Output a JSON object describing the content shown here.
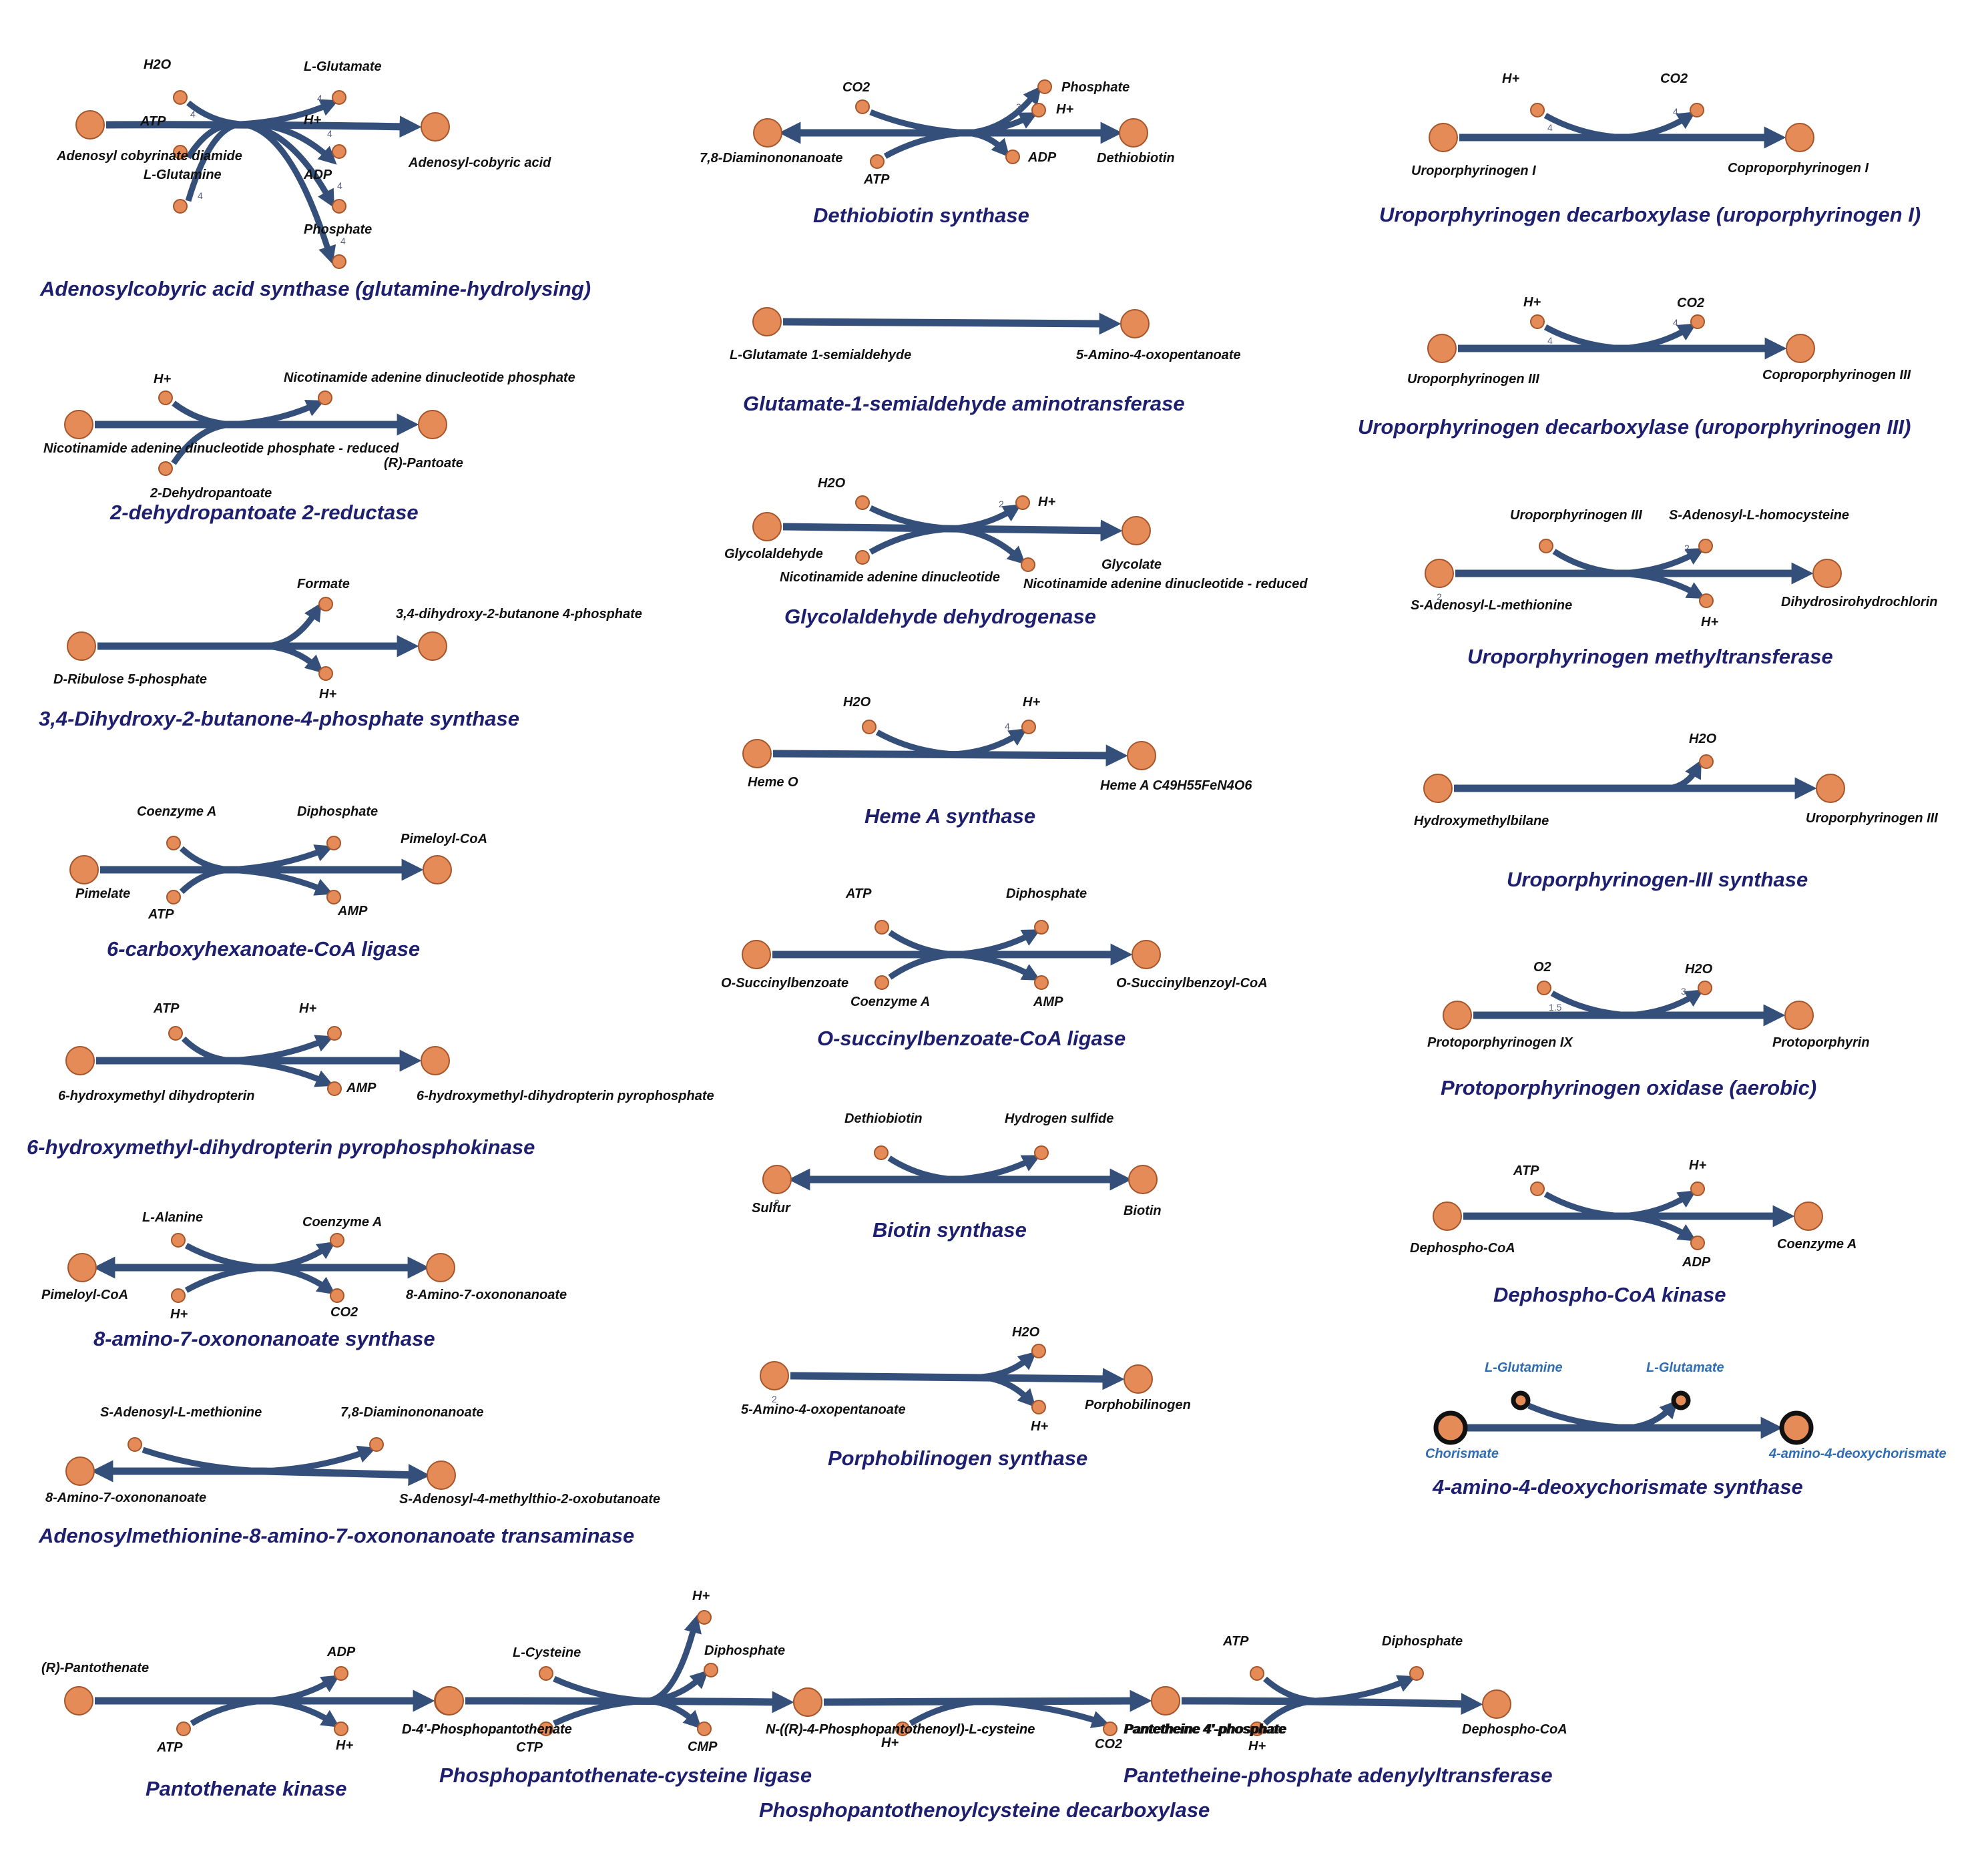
{
  "reactions": [
    {
      "title": "Adenosylcobyric acid synthase (glutamine-hydrolysing)",
      "left": "Adenosyl cobyrinate diamide",
      "right": "Adenosyl-cobyric acid",
      "side": [
        {
          "label": "H2O",
          "pos": "in-top",
          "stoich": "4"
        },
        {
          "label": "ATP",
          "pos": "in-top",
          "stoich": "4"
        },
        {
          "label": "L-Glutamine",
          "pos": "in-bottom",
          "stoich": "4"
        },
        {
          "label": "L-Glutamate",
          "pos": "out-top",
          "stoich": "4"
        },
        {
          "label": "H+",
          "pos": "out-top",
          "stoich": "4"
        },
        {
          "label": "ADP",
          "pos": "out-bottom",
          "stoich": "4"
        },
        {
          "label": "Phosphate",
          "pos": "out-bottom",
          "stoich": "4"
        }
      ]
    },
    {
      "title": "2-dehydropantoate 2-reductase",
      "left": "2-Dehydropantoate",
      "right": "(R)-Pantoate",
      "side": [
        {
          "label": "H+",
          "pos": "in-top"
        },
        {
          "label": "Nicotinamide adenine dinucleotide phosphate - reduced",
          "pos": "in-bottom"
        },
        {
          "label": "Nicotinamide adenine dinucleotide phosphate",
          "pos": "out-top"
        }
      ]
    },
    {
      "title": "3,4-Dihydroxy-2-butanone-4-phosphate synthase",
      "left": "D-Ribulose 5-phosphate",
      "right": "3,4-dihydroxy-2-butanone 4-phosphate",
      "side": [
        {
          "label": "Formate",
          "pos": "out-top"
        },
        {
          "label": "H+",
          "pos": "out-bottom"
        }
      ]
    },
    {
      "title": "6-carboxyhexanoate-CoA ligase",
      "left": "Pimelate",
      "right": "Pimeloyl-CoA",
      "side": [
        {
          "label": "Coenzyme A",
          "pos": "in-top"
        },
        {
          "label": "ATP",
          "pos": "in-bottom"
        },
        {
          "label": "Diphosphate",
          "pos": "out-top"
        },
        {
          "label": "AMP",
          "pos": "out-bottom"
        }
      ]
    },
    {
      "title": "6-hydroxymethyl-dihydropterin pyrophosphokinase",
      "left": "6-hydroxymethyl dihydropterin",
      "right": "6-hydroxymethyl-dihydropterin pyrophosphate",
      "side": [
        {
          "label": "ATP",
          "pos": "in-top"
        },
        {
          "label": "H+",
          "pos": "out-top"
        },
        {
          "label": "AMP",
          "pos": "out-bottom"
        }
      ]
    },
    {
      "title": "8-amino-7-oxononanoate synthase",
      "left": "Pimeloyl-CoA",
      "right": "8-Amino-7-oxononanoate",
      "side": [
        {
          "label": "L-Alanine",
          "pos": "top-left"
        },
        {
          "label": "H+",
          "pos": "bottom-left"
        },
        {
          "label": "Coenzyme A",
          "pos": "top-right"
        },
        {
          "label": "CO2",
          "pos": "bottom-right"
        }
      ]
    },
    {
      "title": "Adenosylmethionine-8-amino-7-oxononanoate transaminase",
      "left": "8-Amino-7-oxononanoate",
      "right": "S-Adenosyl-4-methylthio-2-oxobutanoate",
      "side": [
        {
          "label": "S-Adenosyl-L-methionine",
          "pos": "top-left"
        },
        {
          "label": "7,8-Diaminononanoate",
          "pos": "top-right"
        }
      ]
    },
    {
      "title": "Dethiobiotin synthase",
      "left": "7,8-Diaminononanoate",
      "right": "Dethiobiotin",
      "side": [
        {
          "label": "CO2",
          "pos": "top-left"
        },
        {
          "label": "ATP",
          "pos": "bottom-left"
        },
        {
          "label": "Phosphate",
          "pos": "top-right"
        },
        {
          "label": "H+",
          "pos": "top-right",
          "stoich": "3"
        },
        {
          "label": "ADP",
          "pos": "bottom-right"
        }
      ]
    },
    {
      "title": "Glutamate-1-semialdehyde aminotransferase",
      "left": "L-Glutamate 1-semialdehyde",
      "right": "5-Amino-4-oxopentanoate",
      "side": []
    },
    {
      "title": "Glycolaldehyde dehydrogenase",
      "left": "Glycolaldehyde",
      "right": "Glycolate",
      "side": [
        {
          "label": "H2O",
          "pos": "in-top"
        },
        {
          "label": "Nicotinamide adenine dinucleotide",
          "pos": "in-bottom"
        },
        {
          "label": "H+",
          "pos": "out-top",
          "stoich": "2"
        },
        {
          "label": "Nicotinamide adenine dinucleotide - reduced",
          "pos": "out-bottom"
        }
      ]
    },
    {
      "title": "Heme A synthase",
      "left": "Heme O",
      "right": "Heme A C49H55FeN4O6",
      "side": [
        {
          "label": "H2O",
          "pos": "in-top"
        },
        {
          "label": "H+",
          "pos": "out-top",
          "stoich": "4"
        }
      ]
    },
    {
      "title": "O-succinylbenzoate-CoA ligase",
      "left": "O-Succinylbenzoate",
      "right": "O-Succinylbenzoyl-CoA",
      "side": [
        {
          "label": "ATP",
          "pos": "in-top"
        },
        {
          "label": "Coenzyme A",
          "pos": "in-bottom"
        },
        {
          "label": "Diphosphate",
          "pos": "out-top"
        },
        {
          "label": "AMP",
          "pos": "out-bottom"
        }
      ]
    },
    {
      "title": "Biotin synthase",
      "left": "Sulfur",
      "right": "Biotin",
      "left_stoich": "2",
      "side": [
        {
          "label": "Dethiobiotin",
          "pos": "top-left"
        },
        {
          "label": "Hydrogen sulfide",
          "pos": "top-right"
        }
      ]
    },
    {
      "title": "Porphobilinogen synthase",
      "left": "5-Amino-4-oxopentanoate",
      "right": "Porphobilinogen",
      "left_stoich": "2",
      "side": [
        {
          "label": "H2O",
          "pos": "out-top"
        },
        {
          "label": "H+",
          "pos": "out-bottom"
        }
      ]
    },
    {
      "title": "Uroporphyrinogen decarboxylase (uroporphyrinogen I)",
      "left": "Uroporphyrinogen I",
      "right": "Coproporphyrinogen I",
      "side": [
        {
          "label": "H+",
          "pos": "in-top",
          "stoich": "4"
        },
        {
          "label": "CO2",
          "pos": "out-top",
          "stoich": "4"
        }
      ]
    },
    {
      "title": "Uroporphyrinogen decarboxylase (uroporphyrinogen III)",
      "left": "Uroporphyrinogen III",
      "right": "Coproporphyrinogen III",
      "side": [
        {
          "label": "H+",
          "pos": "in-top",
          "stoich": "4"
        },
        {
          "label": "CO2",
          "pos": "out-top",
          "stoich": "4"
        }
      ]
    },
    {
      "title": "Uroporphyrinogen methyltransferase",
      "left": "S-Adenosyl-L-methionine",
      "right": "Dihydrosirohydrochlorin",
      "left_stoich": "2",
      "side": [
        {
          "label": "Uroporphyrinogen III",
          "pos": "in-top"
        },
        {
          "label": "S-Adenosyl-L-homocysteine",
          "pos": "out-top",
          "stoich": "2"
        },
        {
          "label": "H+",
          "pos": "out-bottom"
        }
      ]
    },
    {
      "title": "Uroporphyrinogen-III synthase",
      "left": "Hydroxymethylbilane",
      "right": "Uroporphyrinogen III",
      "side": [
        {
          "label": "H2O",
          "pos": "out-top"
        }
      ]
    },
    {
      "title": "Protoporphyrinogen oxidase (aerobic)",
      "left": "Protoporphyrinogen IX",
      "right": "Protoporphyrin",
      "side": [
        {
          "label": "O2",
          "pos": "in-top",
          "stoich": "1.5"
        },
        {
          "label": "H2O",
          "pos": "out-top",
          "stoich": "3"
        }
      ]
    },
    {
      "title": "Dephospho-CoA kinase",
      "left": "Dephospho-CoA",
      "right": "Coenzyme A",
      "side": [
        {
          "label": "ATP",
          "pos": "in-top"
        },
        {
          "label": "H+",
          "pos": "out-top"
        },
        {
          "label": "ADP",
          "pos": "out-bottom"
        }
      ]
    },
    {
      "title": "4-amino-4-deoxychorismate synthase",
      "left": "Chorismate",
      "right": "4-amino-4-deoxychorismate",
      "highlighted": true,
      "side": [
        {
          "label": "L-Glutamine",
          "pos": "in-top"
        },
        {
          "label": "L-Glutamate",
          "pos": "out-top"
        }
      ]
    },
    {
      "title": "Pantothenate kinase",
      "left": "(R)-Pantothenate",
      "right": "D-4'-Phosphopantothenate",
      "side": [
        {
          "label": "ATP",
          "pos": "in-bottom"
        },
        {
          "label": "ADP",
          "pos": "out-top"
        },
        {
          "label": "H+",
          "pos": "out-bottom"
        }
      ]
    },
    {
      "title": "Phosphopantothenate-cysteine ligase",
      "left": "D-4'-Phosphopantothenate",
      "right": "N-((R)-4-Phosphopantothenoyl)-L-cysteine",
      "side": [
        {
          "label": "L-Cysteine",
          "pos": "in-top"
        },
        {
          "label": "CTP",
          "pos": "in-bottom"
        },
        {
          "label": "H+",
          "pos": "out-top"
        },
        {
          "label": "Diphosphate",
          "pos": "out-top"
        },
        {
          "label": "CMP",
          "pos": "out-bottom"
        }
      ]
    },
    {
      "title": "Phosphopantothenoylcysteine decarboxylase",
      "left": "N-((R)-4-Phosphopantothenoyl)-L-cysteine",
      "right": "Pantetheine 4'-phosphate",
      "side": [
        {
          "label": "H+",
          "pos": "in-bottom"
        },
        {
          "label": "CO2",
          "pos": "out-bottom"
        }
      ]
    },
    {
      "title": "Pantetheine-phosphate adenylyltransferase",
      "left": "Pantetheine 4'-phosphate",
      "right": "Dephospho-CoA",
      "side": [
        {
          "label": "ATP",
          "pos": "in-top"
        },
        {
          "label": "H+",
          "pos": "in-bottom"
        },
        {
          "label": "Diphosphate",
          "pos": "out-top"
        }
      ]
    }
  ],
  "colors": {
    "edge": "#34507a",
    "node_fill": "#e48b58",
    "node_stroke": "#a6552b",
    "title": "#1e1f6e",
    "label": "#111111",
    "highlight_label": "#2f6db5",
    "highlight_node_stroke": "#111111"
  }
}
